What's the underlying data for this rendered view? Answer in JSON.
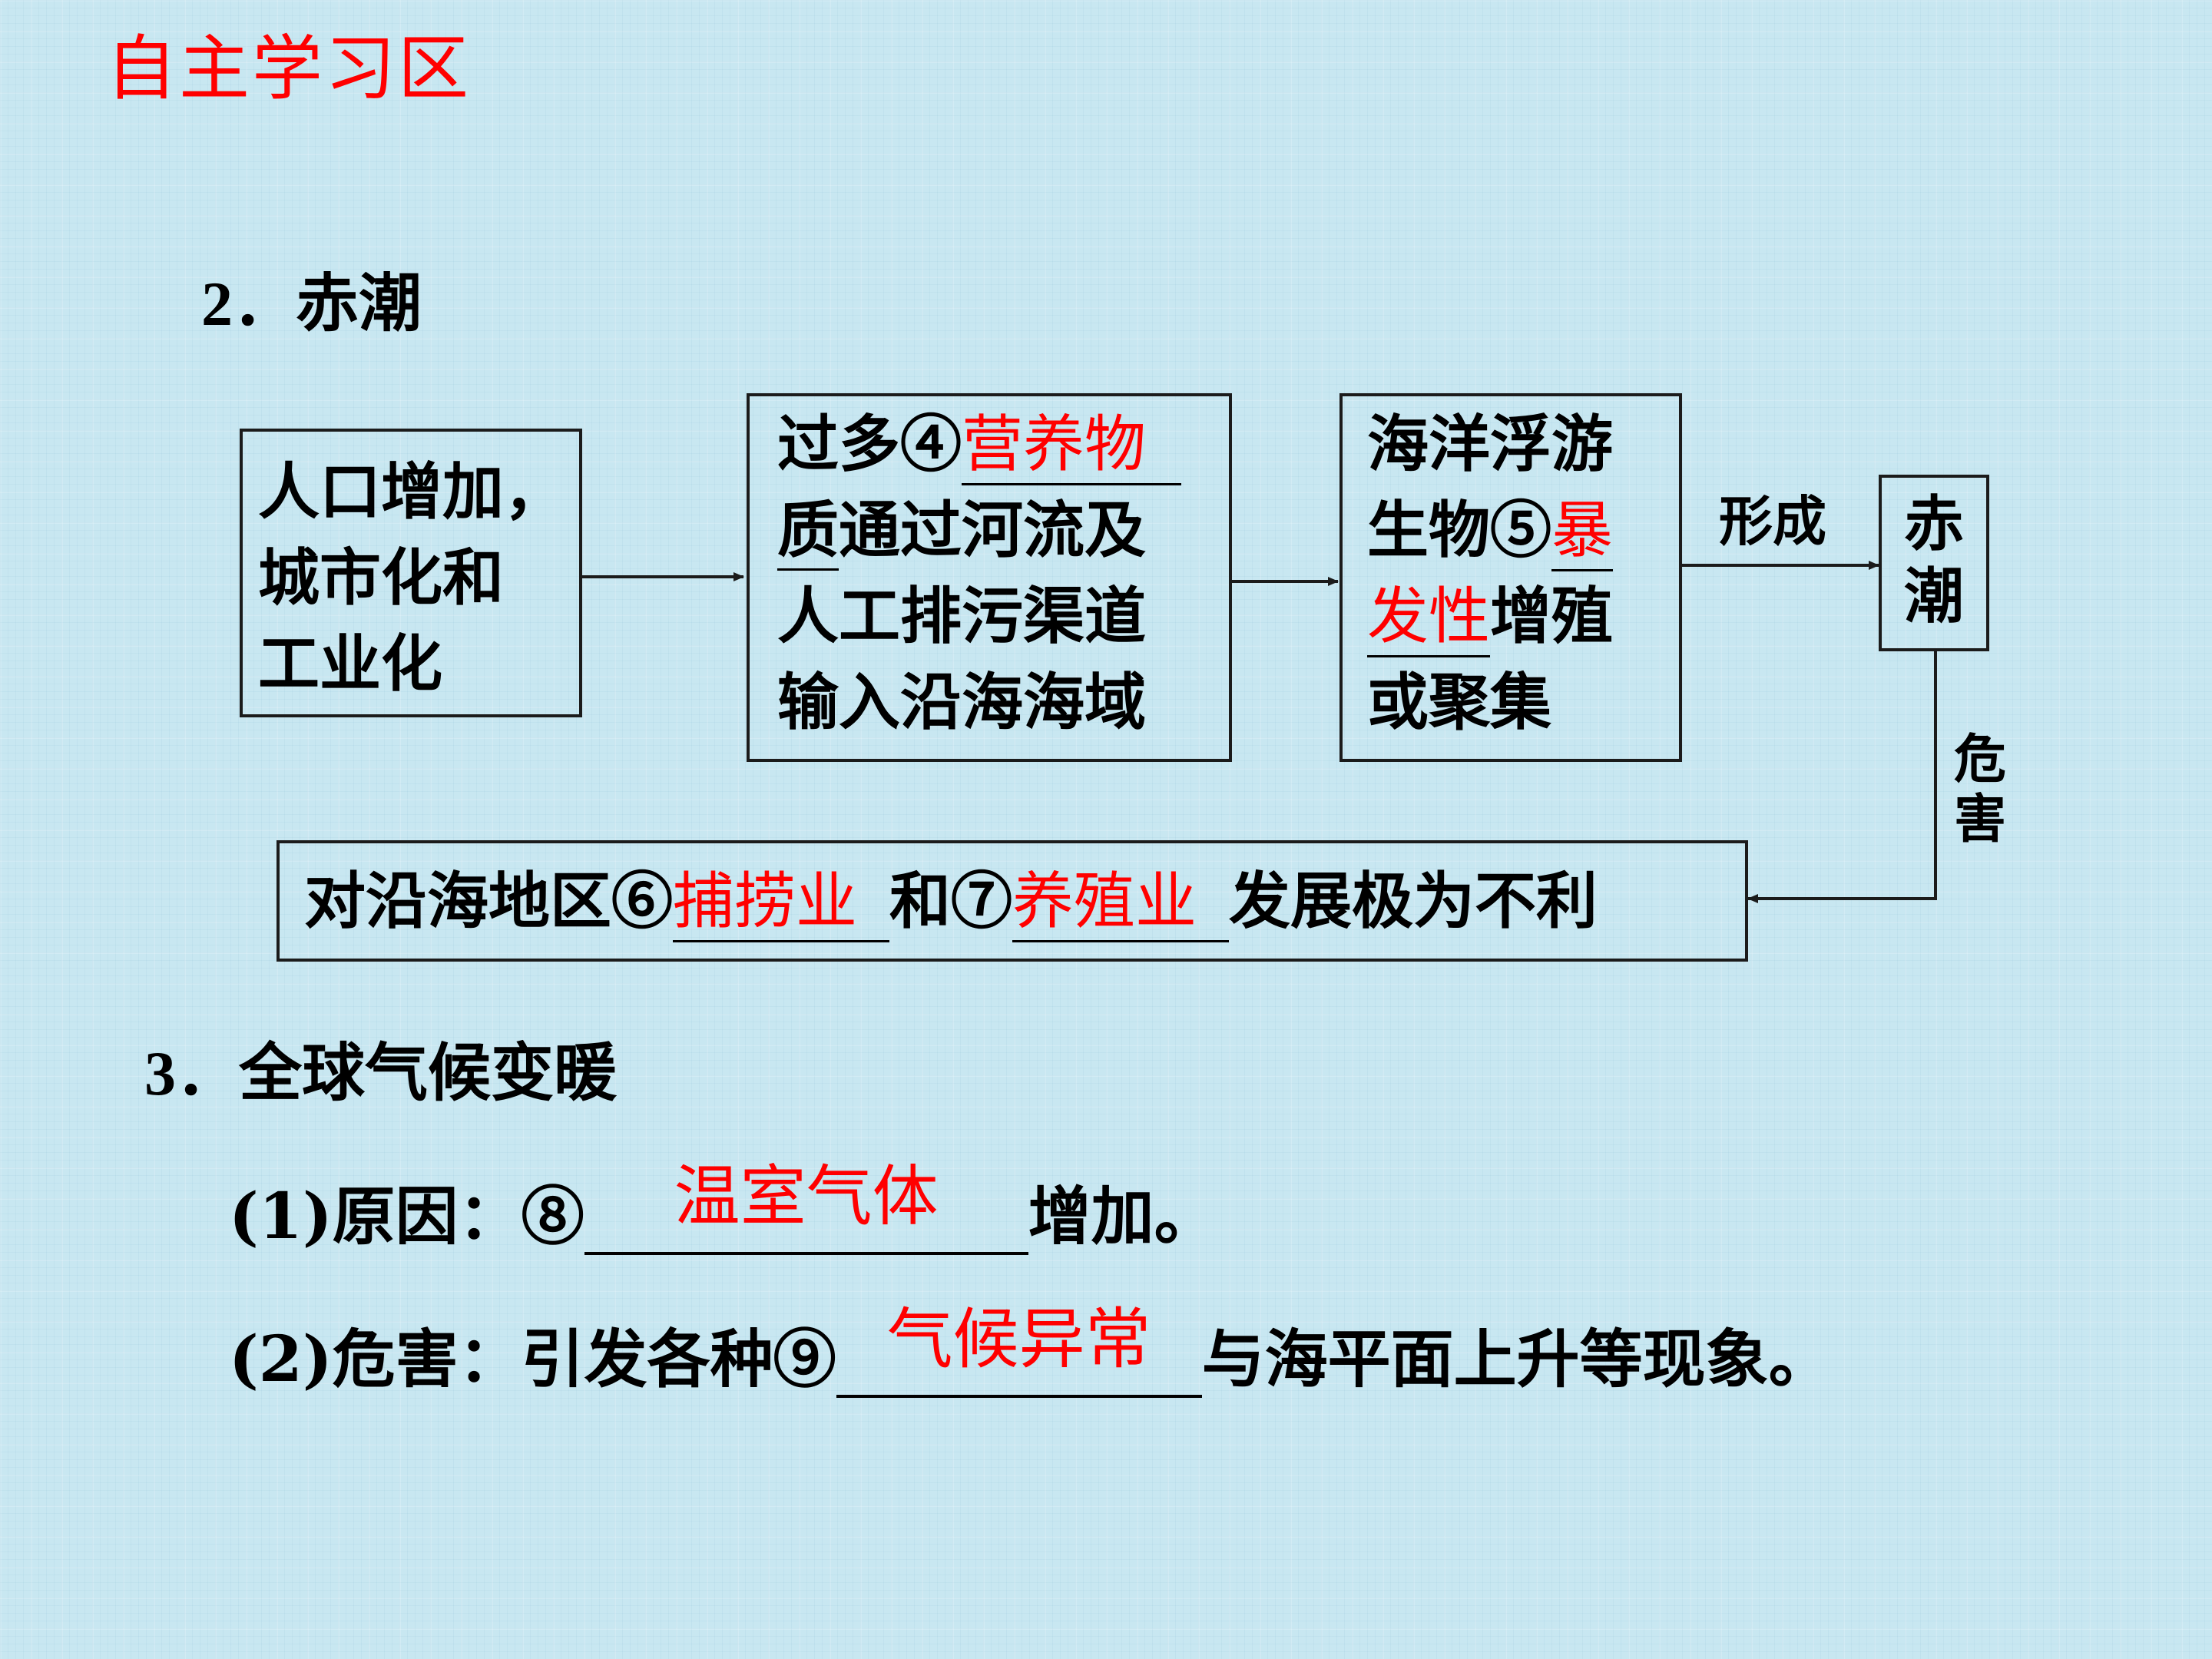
{
  "page": {
    "title": "自主学习区"
  },
  "section2": {
    "heading_num": "2．",
    "heading_text": "赤潮",
    "box1": {
      "line1": "人口增加，",
      "line2": "城市化和",
      "line3": "工业化"
    },
    "box2": {
      "l1_prefix": "过多④",
      "l1_answer_red": "营养物",
      "l2_answer_black": "质",
      "l2_rest": "通过河流及",
      "line3": "人工排污渠道",
      "line4": "输入沿海海域"
    },
    "box3": {
      "line1": "海洋浮游",
      "l2_prefix": "生物⑤",
      "l2_answer_red": "暴",
      "l3_answer_red": "发性",
      "l3_rest": "增殖",
      "line4": "或聚集"
    },
    "arrow_label": "形成",
    "box4": {
      "line1": "赤",
      "line2": "潮"
    },
    "harm_label_1": "危",
    "harm_label_2": "害",
    "bottom_box": {
      "prefix": "对沿海地区⑥",
      "answer6": "捕捞业",
      "mid": "和⑦",
      "answer7": "养殖业",
      "suffix": "发展极为不利"
    }
  },
  "section3": {
    "heading_num": "3．",
    "heading_text": "全球气候变暖",
    "item1": {
      "label": "(1)原因：⑧",
      "answer": "温室气体",
      "suffix": "增加。"
    },
    "item2": {
      "label": "(2)危害：引发各种⑨",
      "answer": "气候异常",
      "suffix": "与海平面上升等现象。"
    }
  },
  "colors": {
    "background": "#c8e7f1",
    "answer_red": "#ff0000",
    "text": "#000000"
  }
}
